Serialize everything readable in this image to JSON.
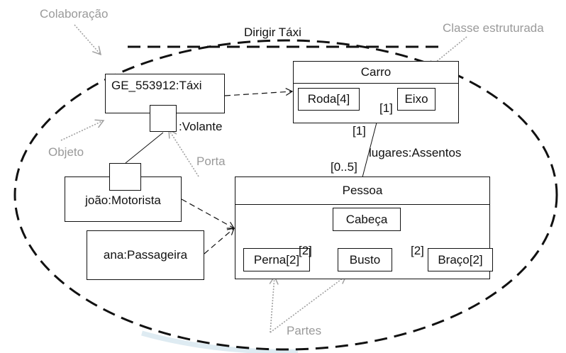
{
  "diagram": {
    "collaboration_name": "Dirigir Táxi",
    "annotations": {
      "colaboracao": "Colaboração",
      "classe_estruturada": "Classe estruturada",
      "objeto": "Objeto",
      "porta": "Porta",
      "partes": "Partes"
    },
    "objects": {
      "taxi": "GE_553912:Táxi",
      "volante_port": ":Volante",
      "motorista": "joão:Motorista",
      "passageira": "ana:Passageira"
    },
    "classes": {
      "carro": {
        "name": "Carro",
        "parts": {
          "roda": "Roda[4]",
          "eixo": "Eixo"
        },
        "multiplicity_eixo": "[1]"
      },
      "pessoa": {
        "name": "Pessoa",
        "parts": {
          "cabeca": "Cabeça",
          "perna": "Perna[2]",
          "busto": "Busto",
          "braco": "Braço[2]"
        },
        "multiplicity_perna": "[2]",
        "multiplicity_braco": "[2]"
      }
    },
    "connector": {
      "name": "lugares:Assentos",
      "end_carro": "[1]",
      "end_pessoa": "[0..5]"
    },
    "colors": {
      "line": "#111111",
      "annotation": "#9a9a9a",
      "shadow": "#cfe0ea"
    }
  }
}
